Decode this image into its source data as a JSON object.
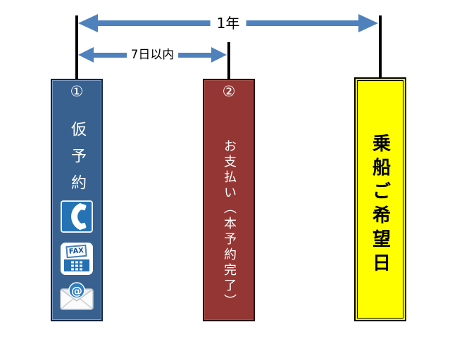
{
  "timeline": {
    "arrow_year": {
      "label": "1年"
    },
    "arrow_week": {
      "label": "7日以内"
    }
  },
  "columns": {
    "reservation": {
      "number": "①",
      "title": "仮予約"
    },
    "payment": {
      "number": "②",
      "title": "お支払い（本予約完了）"
    },
    "boarding": {
      "title": "乗船ご希望日"
    }
  },
  "icons": {
    "fax_label": "FAX",
    "email_symbol": "@"
  },
  "colors": {
    "arrow_blue": "#4F81BD",
    "reservation_fill": "#38618F",
    "payment_fill": "#943634",
    "boarding_fill": "#FFFF00",
    "tick_line": "#000000"
  }
}
